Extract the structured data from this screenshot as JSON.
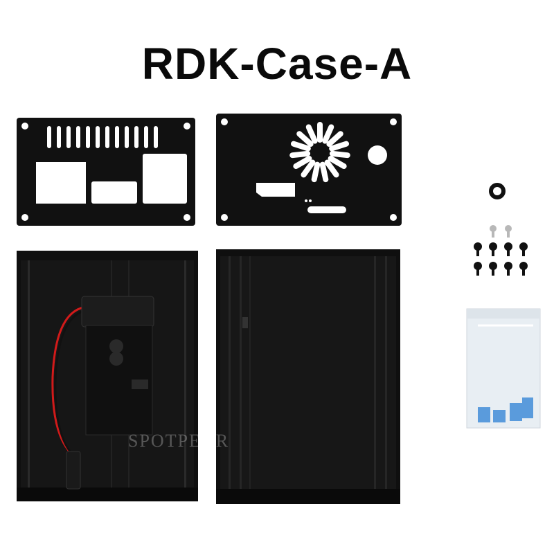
{
  "title": "RDK-Case-A",
  "watermark": "SPOTPEAR",
  "colors": {
    "background": "#ffffff",
    "metal": "#111111",
    "fan_wire_red": "#d11a1a",
    "spacer_blue": "#5a9bdc",
    "bag": "#e8eef3"
  },
  "items": [
    "front-panel-plate",
    "back-panel-plate-with-fan-grill",
    "left-enclosure-shell-with-fan",
    "right-enclosure-shell",
    "rubber-ring",
    "silver-screws",
    "black-screws",
    "spacer-bag"
  ]
}
